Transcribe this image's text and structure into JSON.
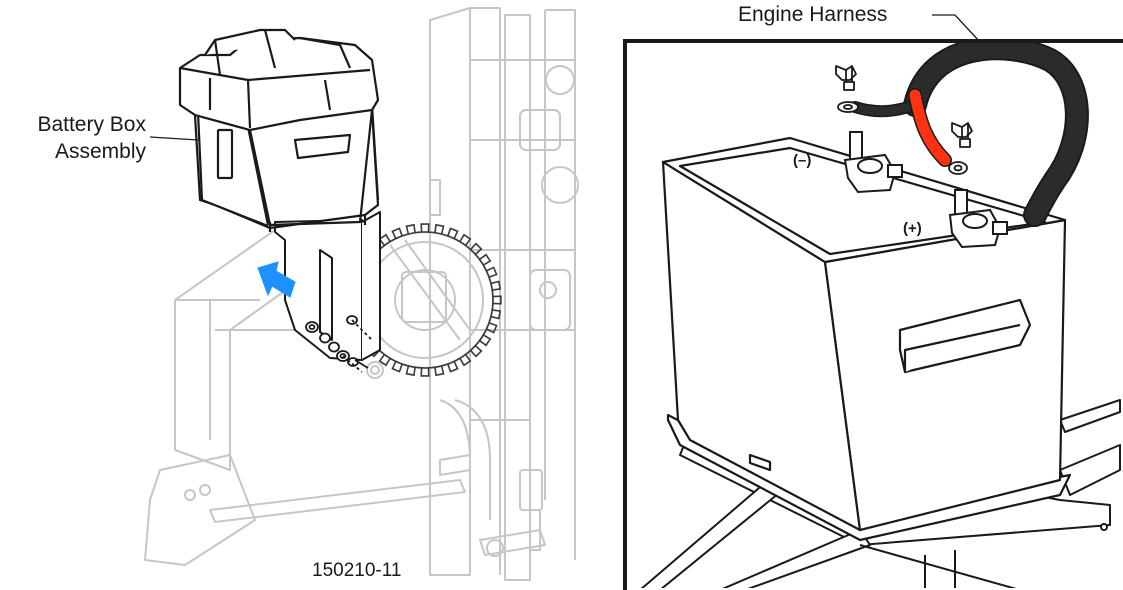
{
  "left_panel": {
    "callout_line1": "Battery Box",
    "callout_line2": "Assembly",
    "figure_number": "150210-11"
  },
  "right_panel": {
    "harness_label": "Engine Harness",
    "negative_terminal": "(–)",
    "positive_terminal": "(+)"
  },
  "colors": {
    "arrow": "#1e90ff",
    "positive_cable": "#ff3311",
    "harness": "#2b2b2b",
    "ghost_lines": "#c8c8c8",
    "outline": "#1a1a1a"
  }
}
